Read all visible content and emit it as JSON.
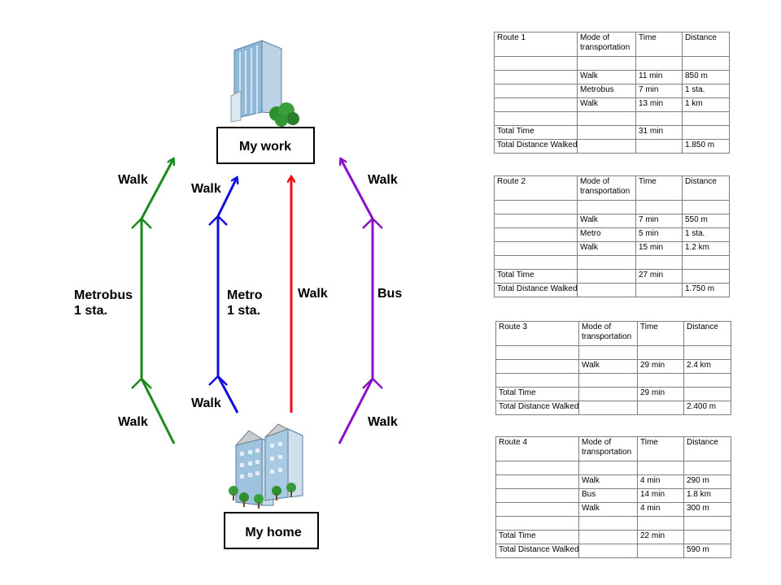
{
  "diagram": {
    "work_label": "My work",
    "home_label": "My home",
    "route1": {
      "color": "#1a8a1a",
      "top_label": "Walk",
      "mid_label_line1": "Metrobus",
      "mid_label_line2": "1 sta.",
      "bottom_label": "Walk"
    },
    "route2": {
      "color": "#1010dd",
      "top_label": "Walk",
      "mid_label_line1": "Metro",
      "mid_label_line2": "1 sta.",
      "bottom_label": "Walk"
    },
    "route3": {
      "color": "#ee1111",
      "mid_label": "Walk"
    },
    "route4": {
      "color": "#8a10c8",
      "top_label": "Walk",
      "mid_label": "Bus",
      "bottom_label": "Walk"
    }
  },
  "tables": {
    "route1": {
      "header": [
        "Route 1",
        "Mode of transportation",
        "Time",
        "Distance"
      ],
      "rows": [
        [
          "",
          "",
          "",
          ""
        ],
        [
          "",
          "Walk",
          "11 min",
          "850 m"
        ],
        [
          "",
          "Metrobus",
          "7 min",
          "1 sta."
        ],
        [
          "",
          "Walk",
          "13 min",
          "1 km"
        ],
        [
          "",
          "",
          "",
          ""
        ],
        [
          "Total Time",
          "",
          "31 min",
          ""
        ],
        [
          "Total Distance Walked",
          "",
          "",
          "1.850 m"
        ]
      ]
    },
    "route2": {
      "header": [
        "Route 2",
        "Mode of transportation",
        "Time",
        "Distance"
      ],
      "rows": [
        [
          "",
          "",
          "",
          ""
        ],
        [
          "",
          "Walk",
          "7 min",
          "550 m"
        ],
        [
          "",
          "Metro",
          "5 min",
          "1 sta."
        ],
        [
          "",
          "Walk",
          "15 min",
          "1.2 km"
        ],
        [
          "",
          "",
          "",
          ""
        ],
        [
          "Total Time",
          "",
          "27 min",
          ""
        ],
        [
          "Total Distance Walked",
          "",
          "",
          "1.750 m"
        ]
      ]
    },
    "route3": {
      "header": [
        "Route 3",
        "Mode of transportation",
        "Time",
        "Distance"
      ],
      "rows": [
        [
          "",
          "",
          "",
          ""
        ],
        [
          "",
          "Walk",
          "29 min",
          "2.4 km"
        ],
        [
          "",
          "",
          "",
          ""
        ],
        [
          "Total Time",
          "",
          "29 min",
          ""
        ],
        [
          "Total Distance Walked",
          "",
          "",
          "2.400 m"
        ]
      ]
    },
    "route4": {
      "header": [
        "Route 4",
        "Mode of transportation",
        "Time",
        "Distance"
      ],
      "rows": [
        [
          "",
          "",
          "",
          ""
        ],
        [
          "",
          "Walk",
          "4 min",
          "290 m"
        ],
        [
          "",
          "Bus",
          "14 min",
          "1.8 km"
        ],
        [
          "",
          "Walk",
          "4 min",
          "300 m"
        ],
        [
          "",
          "",
          "",
          ""
        ],
        [
          "Total Time",
          "",
          "22 min",
          ""
        ],
        [
          "Total Distance Walked",
          "",
          "",
          "590 m"
        ]
      ]
    }
  }
}
